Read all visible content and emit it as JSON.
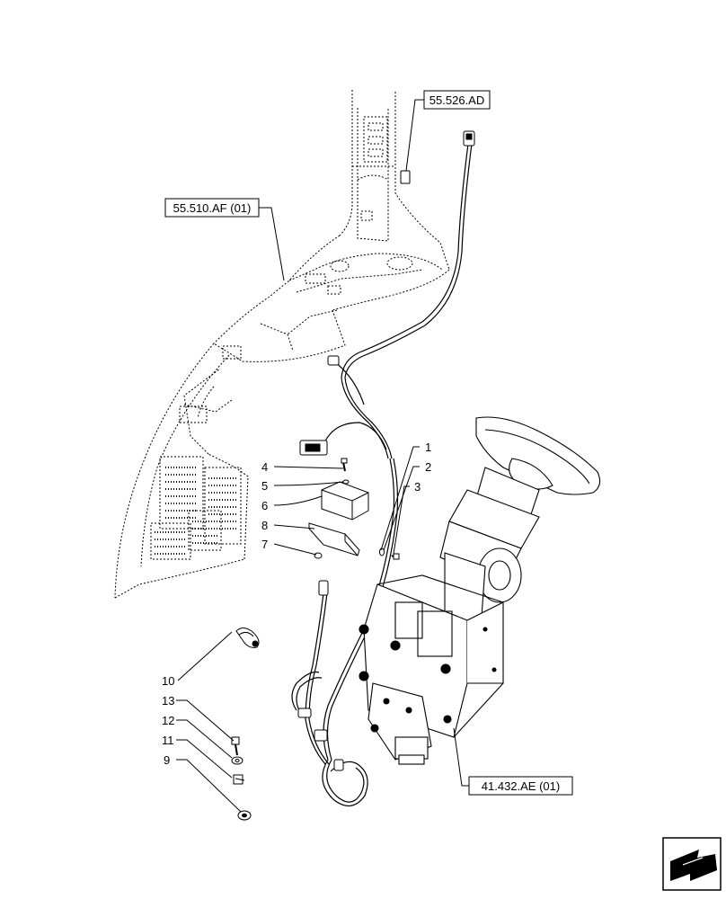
{
  "diagram": {
    "references": {
      "top": "55.526.AD",
      "left": "55.510.AF (01)",
      "bottom": "41.432.AE (01)"
    },
    "callouts": {
      "c1": "1",
      "c2": "2",
      "c3": "3",
      "c4": "4",
      "c5": "5",
      "c6": "6",
      "c7": "7",
      "c8": "8",
      "c9": "9",
      "c10": "10",
      "c11": "11",
      "c12": "12",
      "c13": "13"
    },
    "nav_icon": "next-page-arrow-icon"
  }
}
